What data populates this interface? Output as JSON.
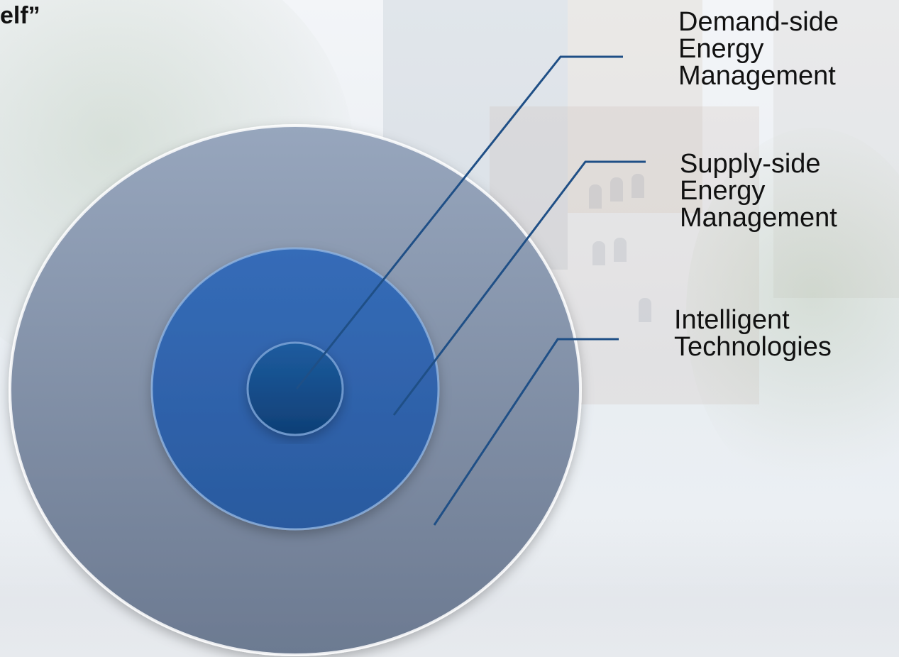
{
  "title_fragment": "elf”",
  "diagram": {
    "rings": [
      {
        "name": "outer",
        "label": "Intelligent Technologies",
        "color": "#7f8ea6"
      },
      {
        "name": "middle",
        "label": "Supply-side Energy Management",
        "color": "#2f63ad"
      },
      {
        "name": "inner",
        "label": "Demand-side Energy Management",
        "color": "#124f8f"
      }
    ],
    "labels": {
      "demand": "Demand-side\nEnergy\nManagement",
      "supply": "Supply-side\nEnergy\nManagement",
      "intelligent": "Intelligent\nTechnologies"
    },
    "leader_color": "#1f4f86"
  }
}
